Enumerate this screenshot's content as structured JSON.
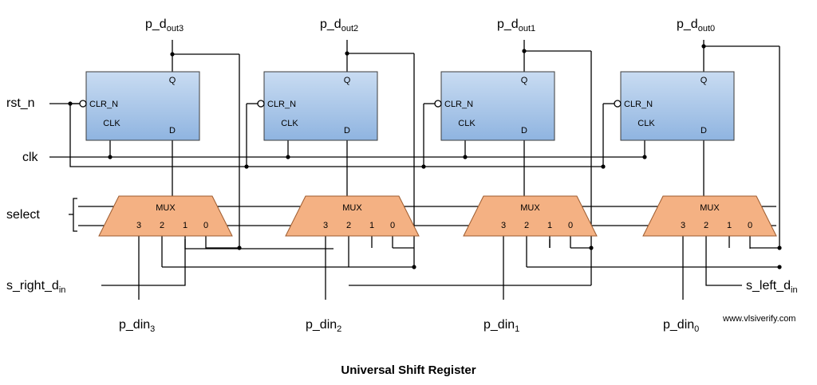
{
  "title": "Universal Shift Register",
  "watermark": "www.vlsiverify.com",
  "inputs": {
    "rst": "rst_n",
    "clk": "clk",
    "select": "select",
    "s_right_main": "s_right_d",
    "s_right_sub": "in",
    "s_left_main": "s_left_d",
    "s_left_sub": "in"
  },
  "flipflop_labels": {
    "q": "Q",
    "d": "D",
    "clr": "CLR_N",
    "clk": "CLK"
  },
  "mux_labels": {
    "name": "MUX",
    "in3": "3",
    "in2": "2",
    "in1": "1",
    "in0": "0"
  },
  "stages": [
    {
      "out_main": "p_d",
      "out_sub": "out3",
      "in_main": "p_din",
      "in_sub": "3"
    },
    {
      "out_main": "p_d",
      "out_sub": "out2",
      "in_main": "p_din",
      "in_sub": "2"
    },
    {
      "out_main": "p_d",
      "out_sub": "out1",
      "in_main": "p_din",
      "in_sub": "1"
    },
    {
      "out_main": "p_d",
      "out_sub": "out0",
      "in_main": "p_din",
      "in_sub": "0"
    }
  ]
}
